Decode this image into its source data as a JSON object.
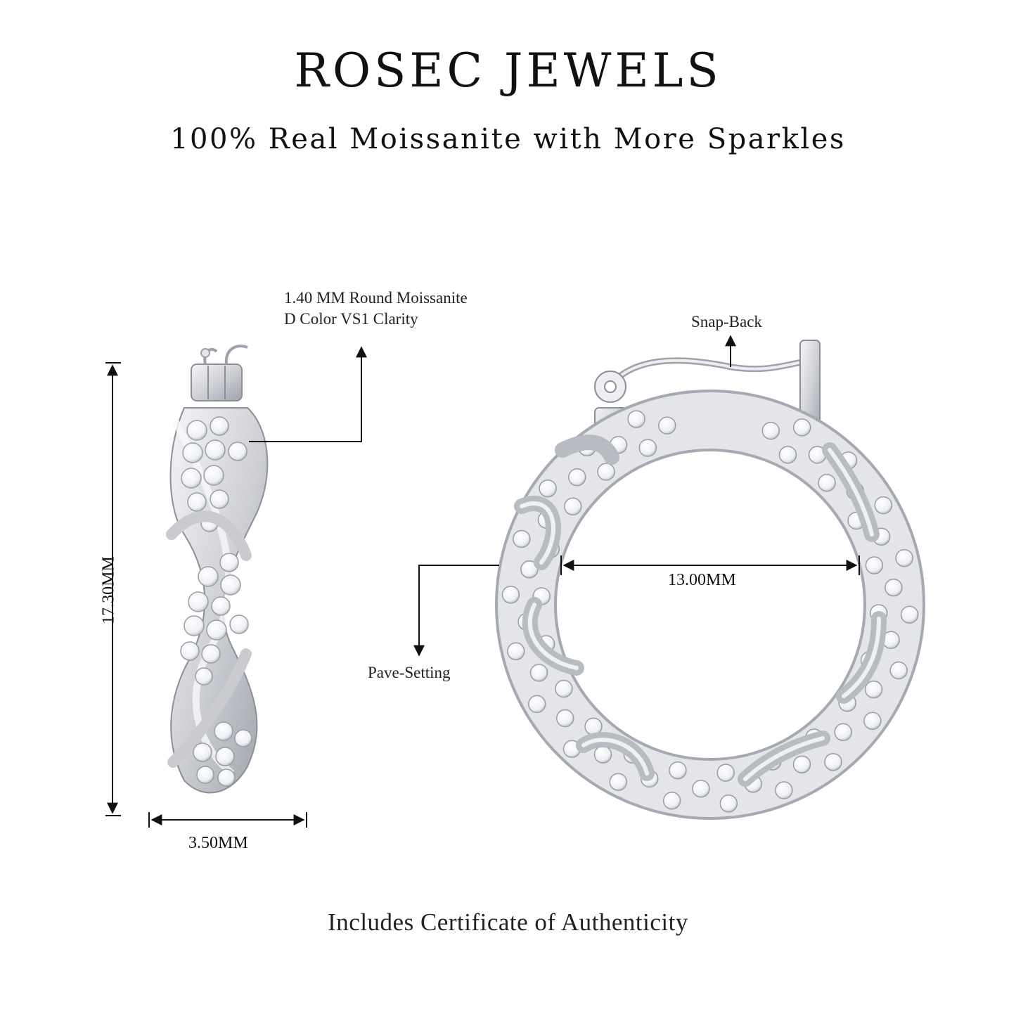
{
  "header": {
    "brand": "ROSEC JEWELS",
    "tagline": "100% Real Moissanite with More Sparkles"
  },
  "callouts": {
    "stone_line1": "1.40 MM Round Moissanite",
    "stone_line2": "D Color VS1 Clarity",
    "closure": "Snap-Back",
    "setting": "Pave-Setting"
  },
  "dimensions": {
    "height": "17.30MM",
    "width": "3.50MM",
    "inner_diameter": "13.00MM"
  },
  "footer": {
    "note": "Includes Certificate of Authenticity"
  },
  "colors": {
    "metal": "#dcdde2",
    "metal_shadow": "#a9abb3",
    "stone": "#f4f5f8",
    "line": "#111111"
  }
}
